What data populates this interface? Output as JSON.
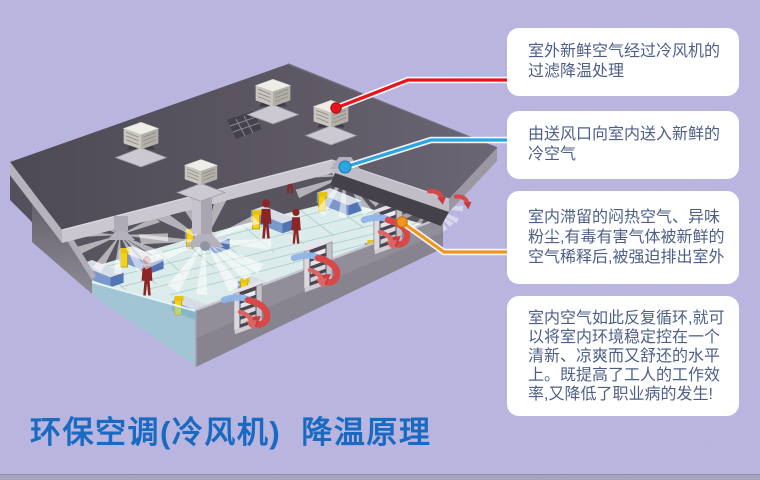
{
  "background_color": "#b9b5e2",
  "title": {
    "text": "环保空调(冷风机)  降温原理",
    "color": "#1a6ac2"
  },
  "callouts": [
    {
      "id": "fresh-air-intake",
      "text": "室外新鲜空气经过冷风机的过滤降温处理",
      "line_color": "#e8141c"
    },
    {
      "id": "supply-air",
      "text": "由送风口向室内送入新鲜的冷空气",
      "line_color": "#2aa7e0"
    },
    {
      "id": "exhaust-air",
      "text": "室内滞留的闷热空气、异味粉尘,有毒有害气体被新鲜的空气稀释后,被强迫排出室外",
      "line_color": "#f0951e"
    },
    {
      "id": "circulation-result",
      "text": "室内空气如此反复循环,就可以将室内环境稳定控在一个清新、凉爽而又舒还的水平上。既提高了工人的工作效率,又降低了职业病的发生!",
      "line_color": null
    }
  ],
  "illustration": {
    "description": "isometric factory building with rooftop evaporative coolers, interior workers and machines, exhaust vents with airflow arrows",
    "roof_color": "#575258",
    "wall_color": "#8d8a96",
    "floor_color": "#dcecea",
    "arrow_color": "#d84848",
    "worker_color": "#8c2525",
    "machine_color": "#5f7fbd",
    "rooftop_unit_count": 4,
    "exhaust_vent_count": 3
  }
}
